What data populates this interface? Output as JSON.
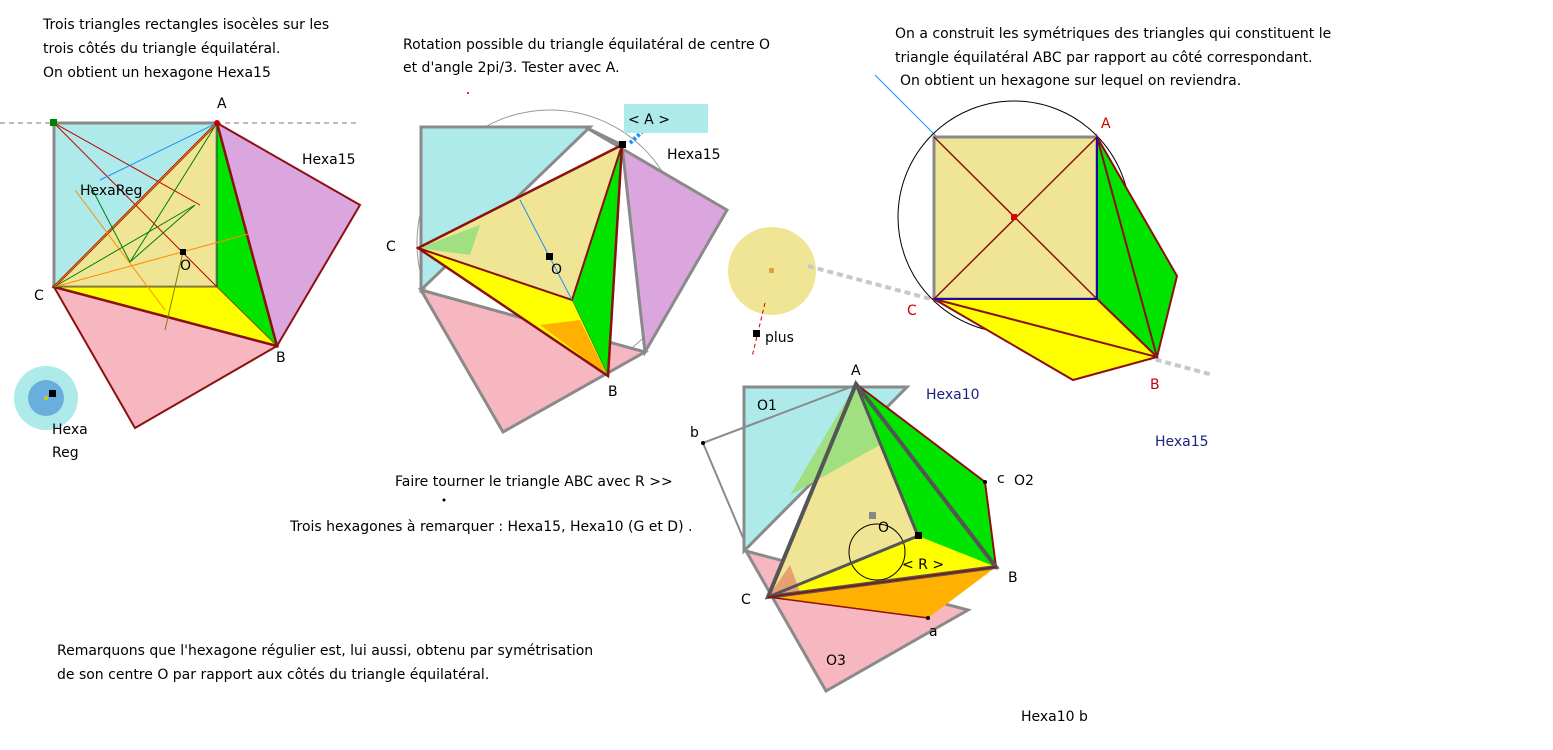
{
  "texts": {
    "t1_l1": "Trois triangles rectangles isocèles sur les",
    "t1_l2": "trois côtés du triangle équilatéral.",
    "t1_l3": "On obtient un hexagone Hexa15",
    "t2_l1": "Rotation possible du triangle équilatéral de centre O",
    "t2_l2": "et d'angle 2pi/3. Tester avec A.",
    "t3_l1": "On a construit les symétriques des triangles qui constituent le",
    "t3_l2": "triangle équilatéral ABC par rapport au côté correspondant.",
    "t3_l3": "On obtient un hexagone sur lequel on reviendra.",
    "t4": "Faire tourner le triangle ABC avec R >>",
    "t5": "Trois hexagones à remarquer : Hexa15, Hexa10 (G et D) .",
    "t6_l1": "Remarquons que l'hexagone régulier est, lui aussi, obtenu par symétrisation",
    "t6_l2": "de son centre O par rapport aux côtés du triangle équilatéral."
  },
  "labels": {
    "A": "A",
    "B": "B",
    "C": "C",
    "O": "O",
    "O1": "O1",
    "O2": "O2",
    "O3": "O3",
    "a": "a",
    "b": "b",
    "c": "c",
    "hexa15": "Hexa15",
    "hexa10": "Hexa10",
    "hexa10b": "Hexa10 b",
    "hexareg": "HexaReg",
    "hexa_btn_l1": "Hexa",
    "hexa_btn_l2": "Reg",
    "plus": "plus"
  },
  "buttons": {
    "rotate_a": "< A >",
    "rotate_r": "< R >"
  },
  "colors": {
    "cyan": "#aeeaea",
    "khaki": "#efe594",
    "violet": "#dba5dd",
    "pink": "#f7b7c1",
    "green": "#00e400",
    "yellow": "#ffff00",
    "orange": "#ffb000",
    "lightgreen": "#a0e080",
    "edge_dark_red": "#8b1010",
    "edge_grey": "#8a8a8a",
    "label_red": "#d00000",
    "label_blue": "#1a237e"
  }
}
